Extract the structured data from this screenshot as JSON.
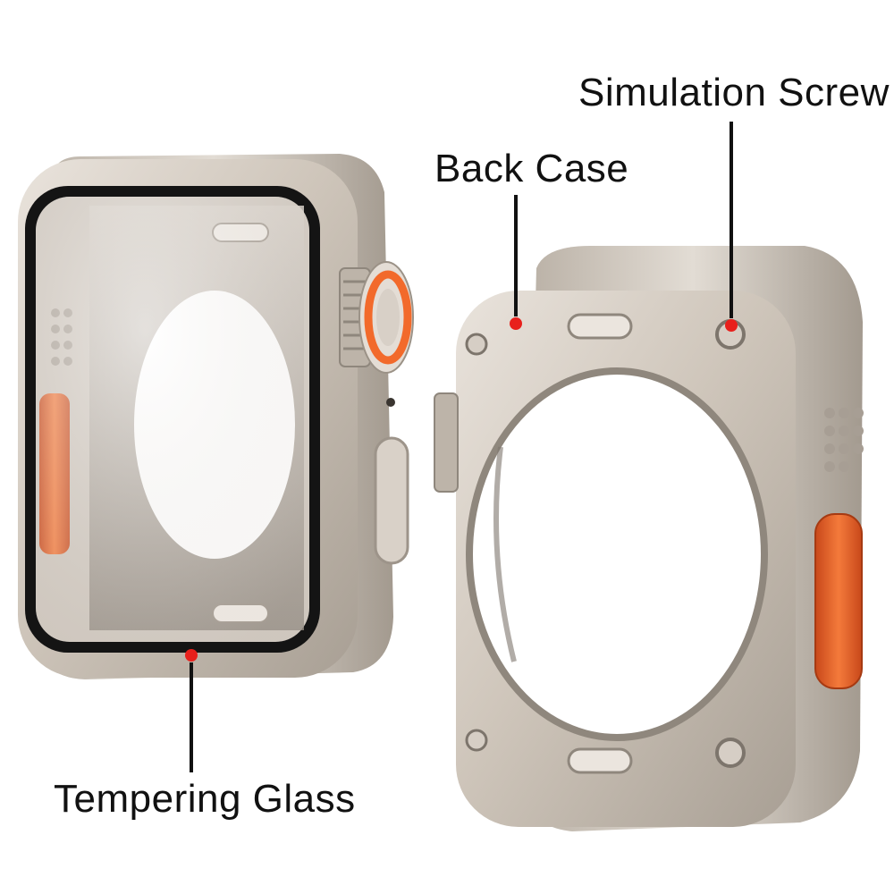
{
  "callouts": {
    "simulation_screw": "Simulation Screw",
    "back_case": "Back Case",
    "tempering_glass": "Tempering Glass"
  },
  "colors": {
    "marker_dot": "#e8201c",
    "leader_line": "#111111",
    "case_titanium": "#cfc6bb",
    "accent_orange": "#f26a2b",
    "glass_bezel": "#141414"
  }
}
